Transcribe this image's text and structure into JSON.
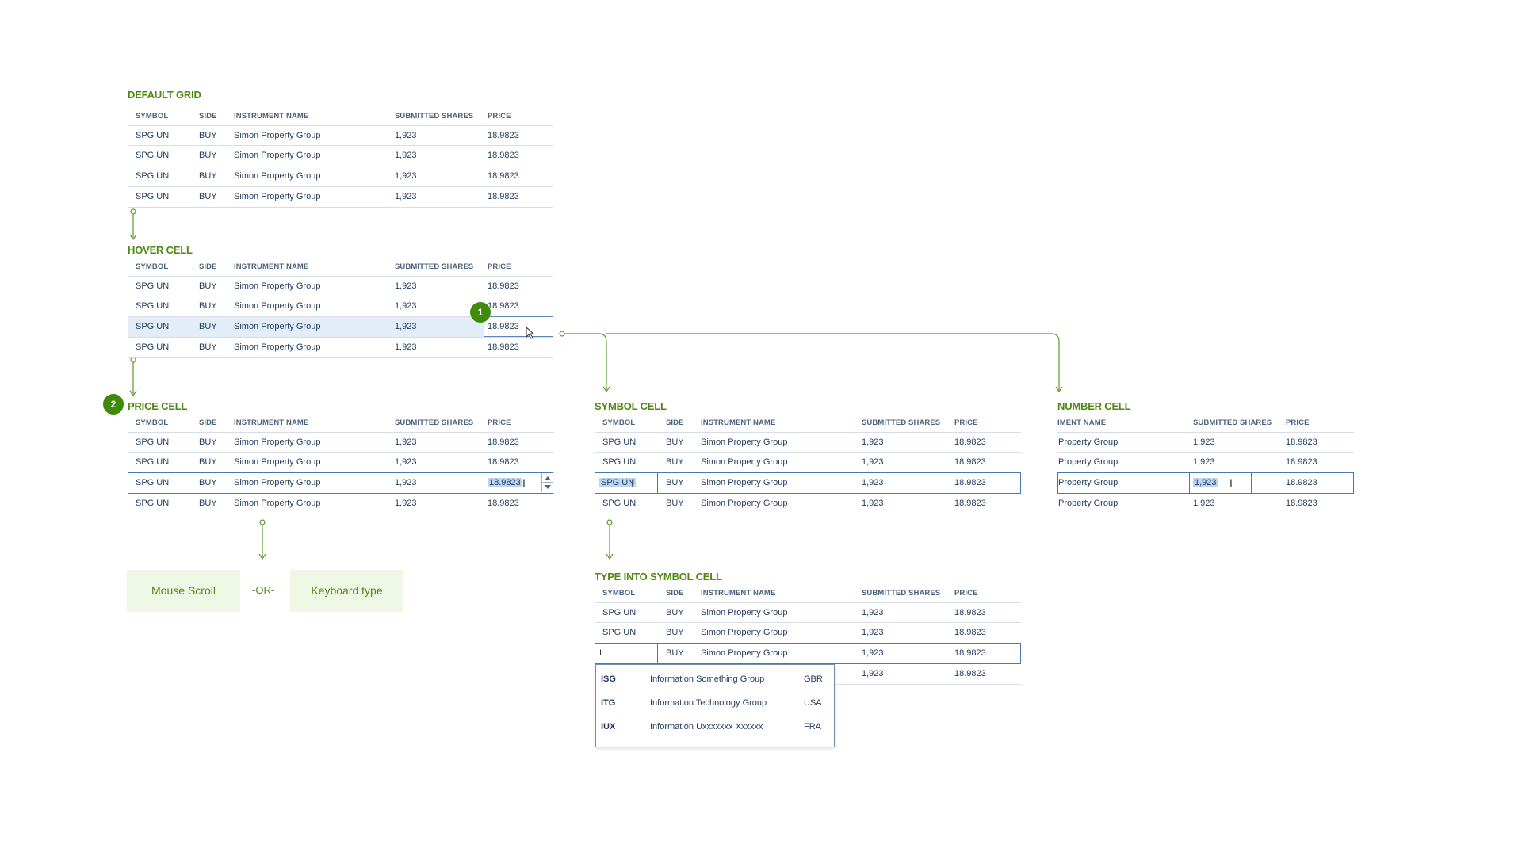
{
  "columns": [
    "SYMBOL",
    "SIDE",
    "INSTRUMENT NAME",
    "SUBMITTED SHARES",
    "PRICE"
  ],
  "row": {
    "symbol": "SPG UN",
    "side": "BUY",
    "name": "Simon Property Group",
    "shares": "1,923",
    "price": "18.9823"
  },
  "number_cell": {
    "columns": [
      "IMENT NAME",
      "SUBMITTED SHARES",
      "PRICE"
    ],
    "row_name": "Property Group"
  },
  "sections": {
    "default_grid": "DEFAULT GRID",
    "hover_cell": "HOVER CELL",
    "price_cell": "PRICE CELL",
    "symbol_cell": "SYMBOL CELL",
    "number_cell": "NUMBER CELL",
    "type_into_symbol": "TYPE INTO SYMBOL CELL"
  },
  "badges": {
    "one": "1",
    "two": "2"
  },
  "actions": {
    "mouse_scroll": "Mouse Scroll",
    "or": "-OR-",
    "keyboard_type": "Keyboard type"
  },
  "typed_text": "I",
  "suggestions": [
    {
      "code": "ISG",
      "name": "Information Something Group",
      "country": "GBR"
    },
    {
      "code": "ITG",
      "name": "Information Technology Group",
      "country": "USA"
    },
    {
      "code": "IUX",
      "name": "Information Uxxxxxxx Xxxxxx",
      "country": "FRA"
    }
  ],
  "colors": {
    "accent_green": "#4e8a10",
    "badge_green": "#3f8a08",
    "grid_text": "#1f3a5c",
    "focus_blue": "#4a79ad"
  }
}
